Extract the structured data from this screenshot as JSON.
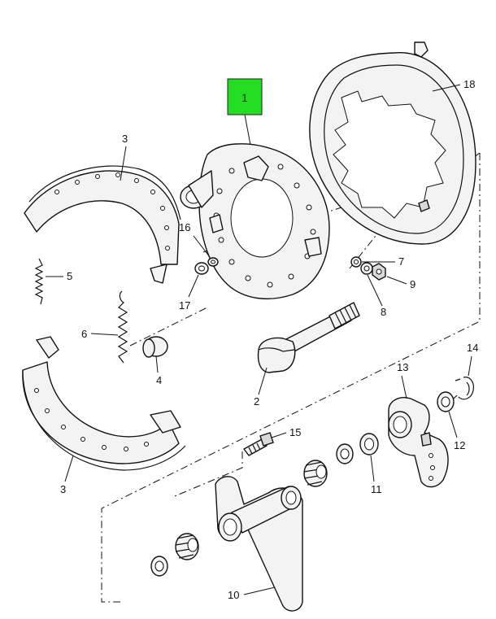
{
  "callouts": {
    "c1": "1",
    "c2": "2",
    "c3a": "3",
    "c3b": "3",
    "c4": "4",
    "c5": "5",
    "c6": "6",
    "c7": "7",
    "c8": "8",
    "c9": "9",
    "c10": "10",
    "c11": "11",
    "c12": "12",
    "c13": "13",
    "c14": "14",
    "c15": "15",
    "c16": "16",
    "c17": "17",
    "c18": "18"
  },
  "colors": {
    "highlight": "#22dd22",
    "line": "#111111",
    "background": "#ffffff"
  }
}
